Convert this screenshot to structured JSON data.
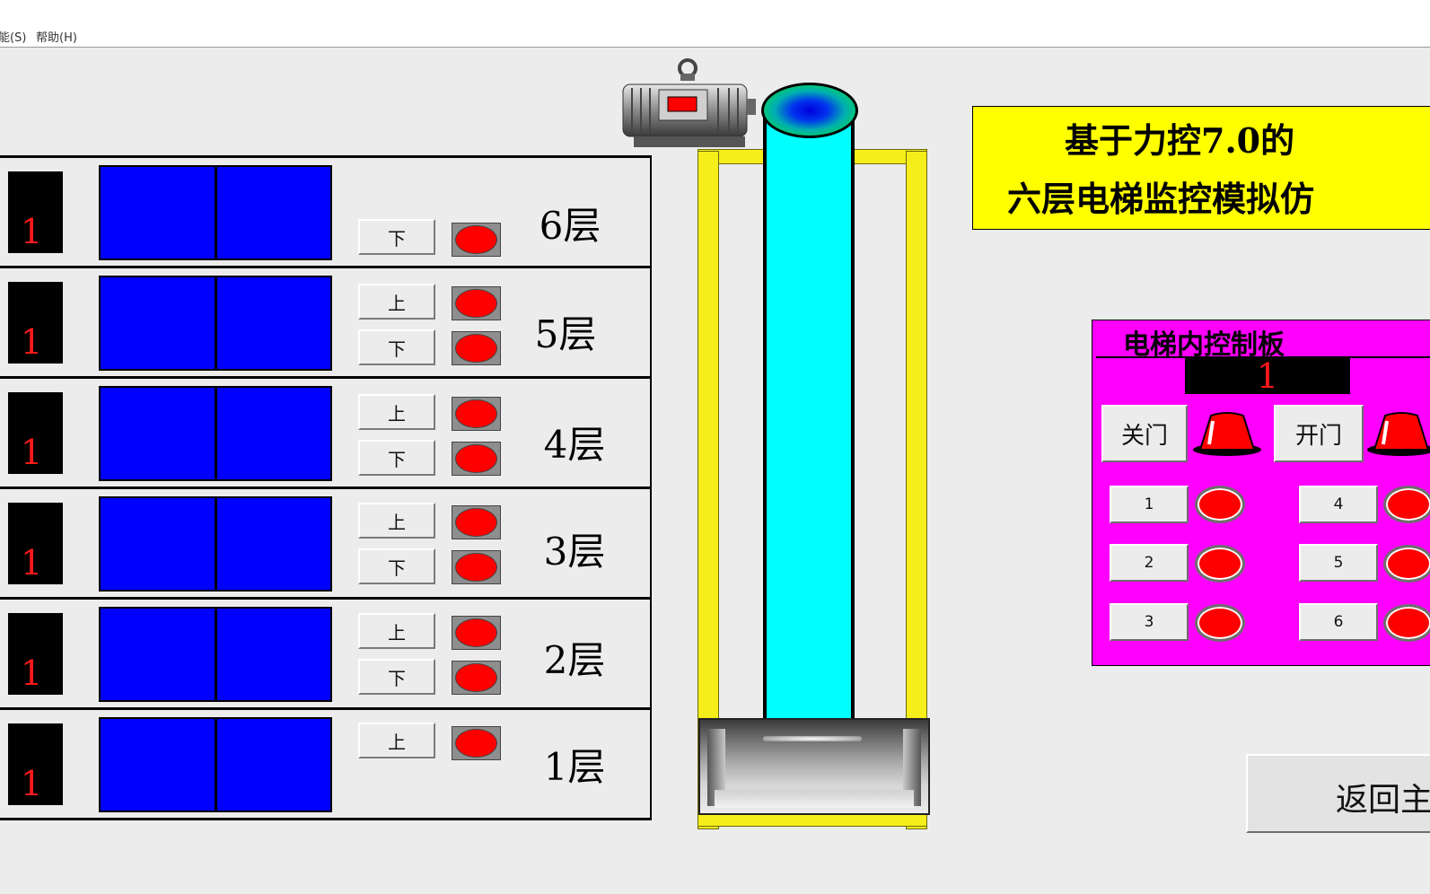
{
  "menu": {
    "partial_left": "能(S)",
    "help": "帮助(H)"
  },
  "title": {
    "line1": "基于力控7.0的",
    "line2": "六层电梯监控模拟仿"
  },
  "floors": [
    {
      "label": "6层",
      "indicator": "1",
      "up": null,
      "down": "下"
    },
    {
      "label": "5层",
      "indicator": "1",
      "up": "上",
      "down": "下"
    },
    {
      "label": "4层",
      "indicator": "1",
      "up": "上",
      "down": "下"
    },
    {
      "label": "3层",
      "indicator": "1",
      "up": "上",
      "down": "下"
    },
    {
      "label": "2层",
      "indicator": "1",
      "up": "上",
      "down": "下"
    },
    {
      "label": "1层",
      "indicator": "1",
      "up": "上",
      "down": null
    }
  ],
  "car_panel": {
    "title": "电梯内控制板",
    "display": "1",
    "close_label": "关门",
    "open_label": "开门",
    "floor_buttons": [
      "1",
      "2",
      "3",
      "4",
      "5",
      "6"
    ]
  },
  "return_button": "返回主",
  "colors": {
    "background": "#ececec",
    "door_blue": "#0000ff",
    "indicator_red": "#ff1a1a",
    "lamp_red": "#ff0000",
    "title_yellow": "#ffff00",
    "panel_magenta": "#ff00ff",
    "cable_cyan": "#00ffff",
    "frame_yellow": "#f6ee1a"
  }
}
